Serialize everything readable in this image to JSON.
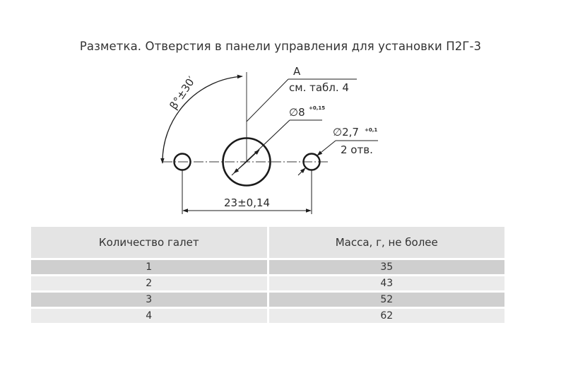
{
  "title": "Разметка. Отверстия в панели управления для установки П2Г-3",
  "drawing": {
    "label_a": "А",
    "label_table_ref": "см. табл. 4",
    "angle_label": "β°±30′",
    "center_hole_dia": "∅8",
    "center_hole_tol": "+0,15",
    "side_hole_dia": "∅2,7",
    "side_hole_tol": "+0,1",
    "side_hole_count": "2 отв.",
    "spacing": "23±0,14"
  },
  "table": {
    "headers": [
      "Количество галет",
      "Масса, г, не более"
    ],
    "rows": [
      {
        "count": "1",
        "mass": "35"
      },
      {
        "count": "2",
        "mass": "43"
      },
      {
        "count": "3",
        "mass": "52"
      },
      {
        "count": "4",
        "mass": "62"
      }
    ]
  }
}
